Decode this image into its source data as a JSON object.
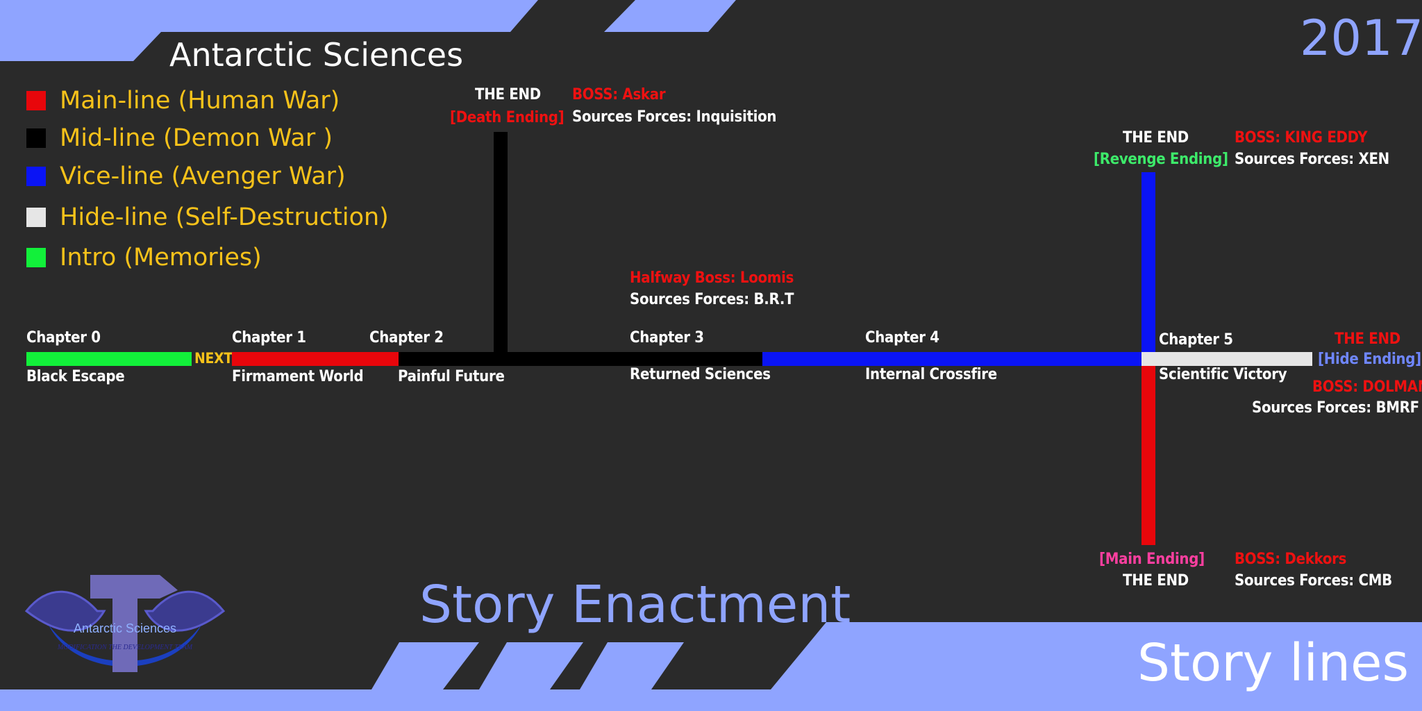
{
  "header": {
    "title": "Antarctic Sciences",
    "year": "2017"
  },
  "legend": [
    {
      "label": "Main-line (Human War)",
      "color": "#e8060b"
    },
    {
      "label": "Mid-line (Demon War )",
      "color": "#000000"
    },
    {
      "label": "Vice-line (Avenger War)",
      "color": "#0a14f5"
    },
    {
      "label": "Hide-line (Self-Destruction)",
      "color": "#e6e6e6"
    },
    {
      "label": "Intro (Memories)",
      "color": "#12f03a"
    }
  ],
  "chapters": {
    "c0": {
      "title": "Chapter 0",
      "subtitle": "Black Escape"
    },
    "c1": {
      "title": "Chapter 1",
      "subtitle": "Firmament World"
    },
    "c2": {
      "title": "Chapter 2",
      "subtitle": "Painful Future"
    },
    "c3": {
      "title": "Chapter 3",
      "subtitle": "Returned Sciences"
    },
    "c4": {
      "title": "Chapter 4",
      "subtitle": "Internal Crossfire"
    },
    "c5": {
      "title": "Chapter 5",
      "subtitle": "Scientific Victory"
    }
  },
  "next_label": "NEXT",
  "endings": {
    "death": {
      "the_end": "THE END",
      "ending": "[Death Ending]",
      "boss": "BOSS: Askar",
      "forces": "Sources Forces:  Inquisition"
    },
    "revenge": {
      "the_end": "THE END",
      "ending": "[Revenge Ending]",
      "boss": "BOSS: KING EDDY",
      "forces": "Sources Forces:  XEN"
    },
    "hide": {
      "the_end": "THE END",
      "ending": "[Hide Ending]",
      "boss": "BOSS: DOLMAN",
      "forces": "Sources Forces:  BMRF"
    },
    "main": {
      "the_end": "THE END",
      "ending": "[Main Ending]",
      "boss": "BOSS: Dekkors",
      "forces": "Sources Forces:  CMB"
    }
  },
  "halfway": {
    "boss": "Halfway Boss: Loomis",
    "forces": "Sources Forces:  B.R.T"
  },
  "logo": {
    "text": "Antarctic Sciences",
    "subtext": "MODIFICATION THE DEVELOPMENT TEAM"
  },
  "footer": {
    "story_enactment": "Story Enactment",
    "story_lines": "Story lines"
  },
  "colors": {
    "accent": "#8fa4ff",
    "background": "#2a2a2a",
    "legend_text": "#f7c21a",
    "boss_red": "#ee1111",
    "revenge_green": "#3dea6a",
    "hide_blue": "#6f86ff",
    "main_pink": "#ff3fa0"
  }
}
